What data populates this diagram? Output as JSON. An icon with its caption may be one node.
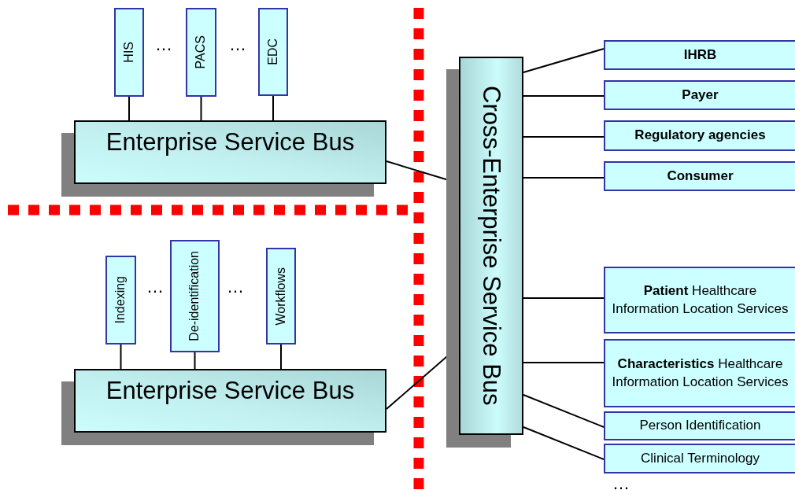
{
  "diagram": {
    "nodes": [
      {
        "text": [
          "HIS"
        ]
      },
      {
        "text": [
          "PACS"
        ]
      },
      {
        "text": [
          "EDC"
        ]
      },
      {
        "text": [
          "Enterprise Service Bus"
        ]
      },
      {
        "text": [
          "Indexing"
        ]
      },
      {
        "text": [
          "De-identification"
        ]
      },
      {
        "text": [
          "Workflows"
        ]
      },
      {
        "text": [
          "Enterprise Service Bus"
        ]
      },
      {
        "text": [
          "Cross-Enterprise Service Bus"
        ]
      },
      {
        "text": [
          "IHRB"
        ]
      },
      {
        "text": [
          "Payer"
        ]
      },
      {
        "text": [
          "Regulatory agencies"
        ]
      },
      {
        "text": [
          "Consumer"
        ]
      },
      {
        "text": [
          "**Patient** Healthcare Information Location Services"
        ]
      },
      {
        "text": [
          "**Characteristics** Healthcare Information Location Services"
        ]
      },
      {
        "text": [
          "Person Identification"
        ]
      },
      {
        "text": [
          "Clinical Terminology"
        ]
      }
    ],
    "edges": [
      {
        "from": 0,
        "to": 3,
        "arrow": "none"
      },
      {
        "from": 1,
        "to": 3,
        "arrow": "none"
      },
      {
        "from": 2,
        "to": 3,
        "arrow": "none"
      },
      {
        "from": 4,
        "to": 7,
        "arrow": "none"
      },
      {
        "from": 5,
        "to": 7,
        "arrow": "none"
      },
      {
        "from": 6,
        "to": 7,
        "arrow": "none"
      },
      {
        "from": 3,
        "to": 8,
        "arrow": "none"
      },
      {
        "from": 7,
        "to": 8,
        "arrow": "none"
      },
      {
        "from": 8,
        "to": 9,
        "arrow": "none"
      },
      {
        "from": 8,
        "to": 10,
        "arrow": "none"
      },
      {
        "from": 8,
        "to": 11,
        "arrow": "none"
      },
      {
        "from": 8,
        "to": 12,
        "arrow": "none"
      },
      {
        "from": 8,
        "to": 13,
        "arrow": "none"
      },
      {
        "from": 8,
        "to": 14,
        "arrow": "none"
      },
      {
        "from": 8,
        "to": 15,
        "arrow": "none"
      },
      {
        "from": 8,
        "to": 16,
        "arrow": "none"
      }
    ],
    "labels": [
      "…",
      "…",
      "…",
      "…",
      "…"
    ]
  }
}
